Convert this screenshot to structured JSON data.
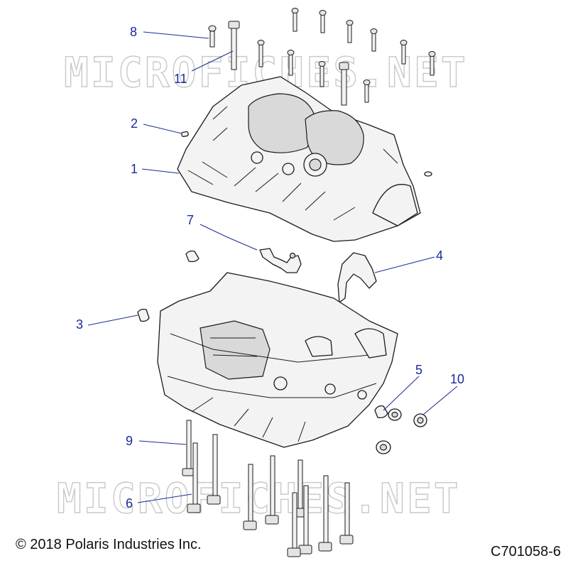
{
  "watermark": "MICROFICHES.NET",
  "copyright": "© 2018 Polaris Industries Inc.",
  "diagram_code": "C701058-6",
  "callouts": [
    "1",
    "2",
    "3",
    "4",
    "5",
    "6",
    "7",
    "8",
    "9",
    "10",
    "11"
  ],
  "colors": {
    "callout": "#1a2a9a",
    "line": "#1b1b1b",
    "part_fill": "#f3f3f3"
  }
}
